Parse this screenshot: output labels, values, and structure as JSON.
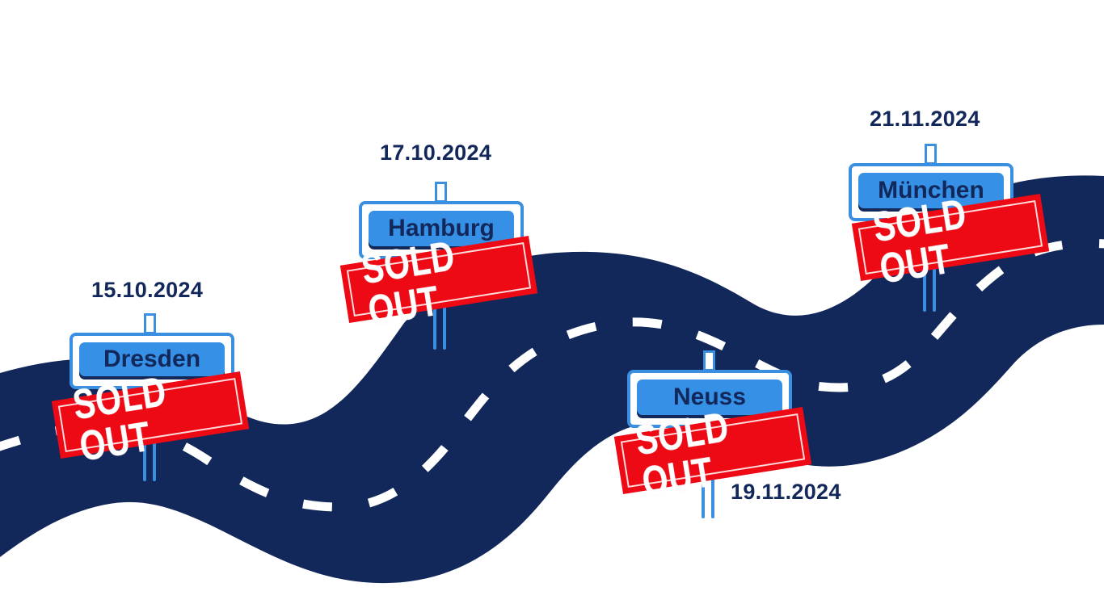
{
  "colors": {
    "road": "#13285a",
    "road_marking": "#ffffff",
    "sign_blue": "#3690e6",
    "sign_border": "#3a8fe0",
    "text_navy": "#13285a",
    "stamp_red": "#ee0a14",
    "background": "#ffffff"
  },
  "stops": [
    {
      "city": "Dresden",
      "date": "15.10.2024",
      "status": "SOLD OUT"
    },
    {
      "city": "Hamburg",
      "date": "17.10.2024",
      "status": "SOLD OUT"
    },
    {
      "city": "Neuss",
      "date": "19.11.2024",
      "status": "SOLD OUT"
    },
    {
      "city": "München",
      "date": "21.11.2024",
      "status": "SOLD OUT"
    }
  ]
}
